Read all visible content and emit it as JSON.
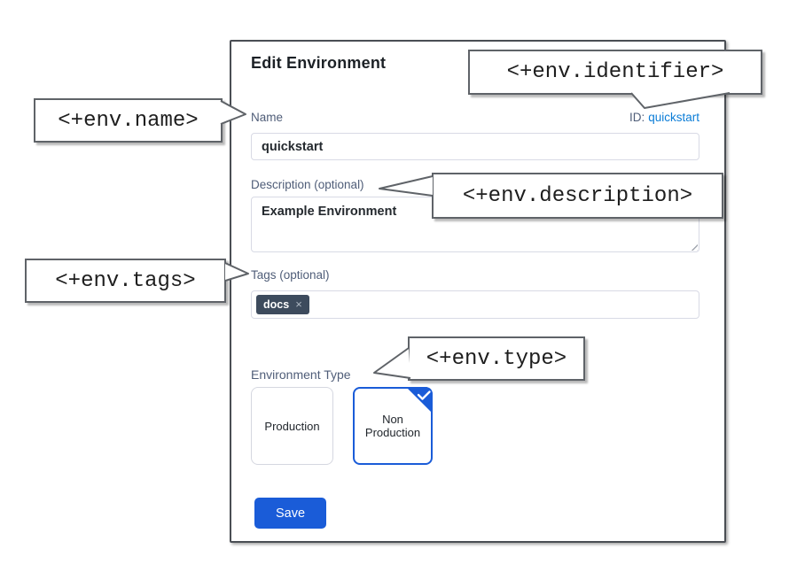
{
  "dialog": {
    "title": "Edit Environment",
    "name_field": {
      "label": "Name",
      "value": "quickstart"
    },
    "identifier": {
      "label": "ID:",
      "value": "quickstart"
    },
    "description_field": {
      "label": "Description (optional)",
      "value": "Example Environment"
    },
    "tags_field": {
      "label": "Tags (optional)",
      "tags": [
        {
          "label": "docs",
          "remove_icon": "×"
        }
      ]
    },
    "environment_type": {
      "label": "Environment Type",
      "options": [
        {
          "label": "Production",
          "selected": false
        },
        {
          "label": "Non Production",
          "selected": true
        }
      ]
    },
    "save_label": "Save"
  },
  "callouts": {
    "identifier": "<+env.identifier>",
    "name": "<+env.name>",
    "description": "<+env.description>",
    "tags": "<+env.tags>",
    "type": "<+env.type>"
  },
  "colors": {
    "accent_blue": "#1a5cd8",
    "link_blue": "#0a7cd7",
    "label_gray_blue": "#4f5d78",
    "value_text": "#24292e",
    "tag_pill_bg": "#3d4b5d",
    "input_border": "#d8dae5",
    "dialog_border": "#4a4e54",
    "callout_border": "#5f6368"
  }
}
